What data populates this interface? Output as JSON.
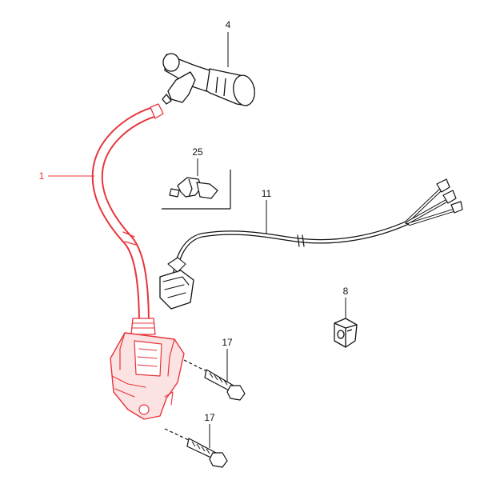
{
  "title": "",
  "colors": {
    "highlight": "#e8343a",
    "highlight_fill": "#fbe3e3",
    "line": "#111111",
    "background": "#ffffff"
  },
  "callouts": [
    {
      "id": "1",
      "label": "1",
      "highlighted": true
    },
    {
      "id": "4",
      "label": "4",
      "highlighted": false
    },
    {
      "id": "25",
      "label": "25",
      "highlighted": false
    },
    {
      "id": "11",
      "label": "11",
      "highlighted": false
    },
    {
      "id": "8",
      "label": "8",
      "highlighted": false
    },
    {
      "id": "17a",
      "label": "17",
      "highlighted": false
    },
    {
      "id": "17b",
      "label": "17",
      "highlighted": false
    }
  ],
  "parts": [
    {
      "name": "ignition-coil",
      "callout": "1"
    },
    {
      "name": "spark-plug-cap",
      "callout": "4"
    },
    {
      "name": "wire-clamp",
      "callout": "25"
    },
    {
      "name": "wire-harness",
      "callout": "11"
    },
    {
      "name": "connector-block",
      "callout": "8"
    },
    {
      "name": "bolt-upper",
      "callout": "17a"
    },
    {
      "name": "bolt-lower",
      "callout": "17b"
    }
  ]
}
